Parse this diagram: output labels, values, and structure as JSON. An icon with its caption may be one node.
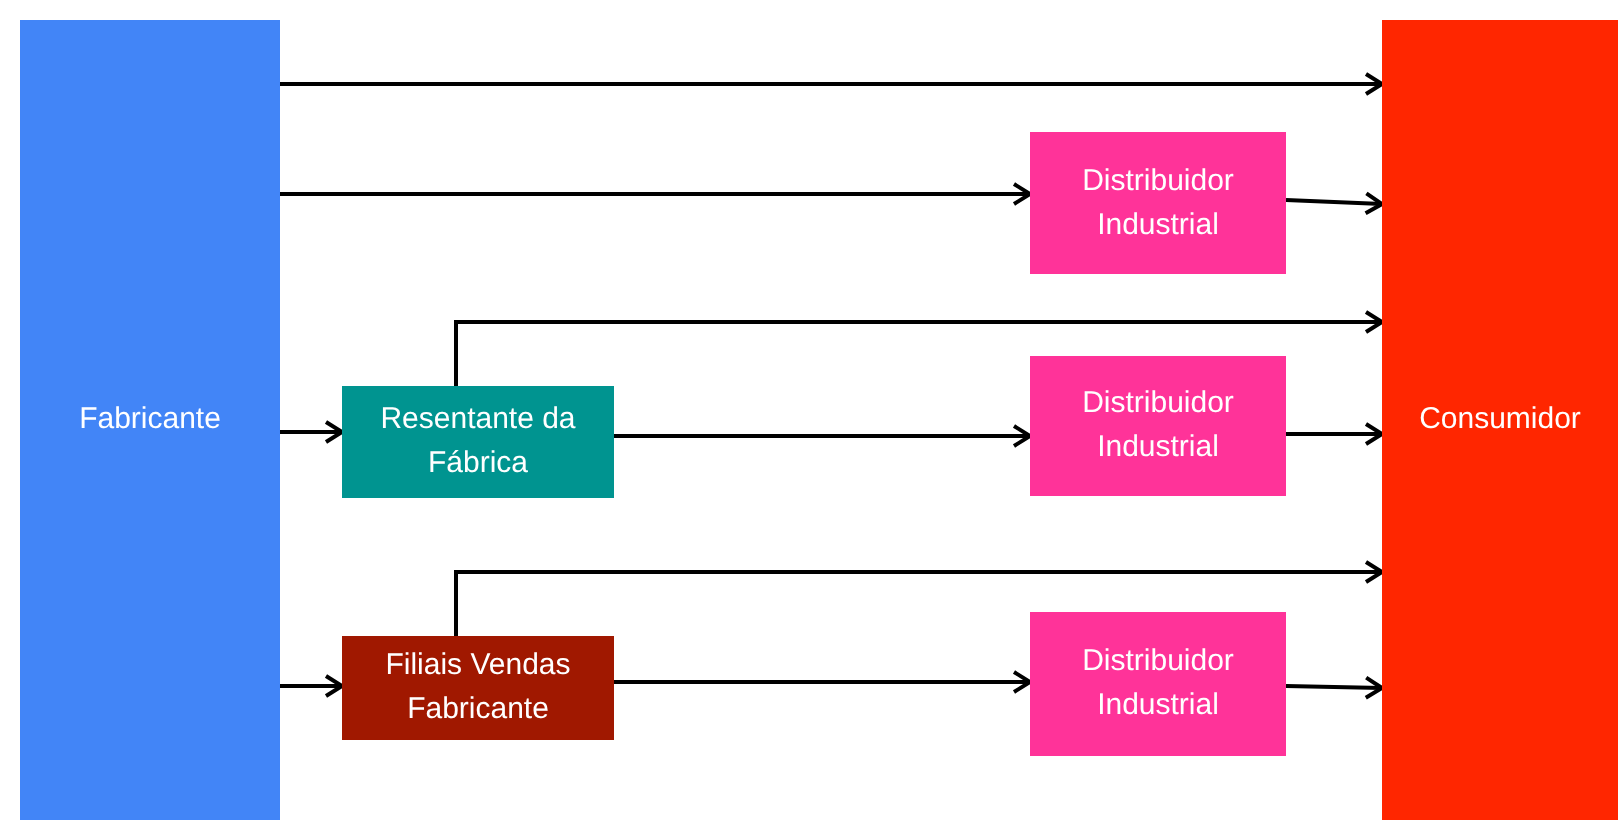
{
  "diagram": {
    "nodes": [
      {
        "text": [
          "Fabricante"
        ]
      },
      {
        "text": [
          "Distribuidor Industrial"
        ]
      },
      {
        "text": [
          "Resentante da Fábrica"
        ]
      },
      {
        "text": [
          "Distribuidor Industrial"
        ]
      },
      {
        "text": [
          "Filiais Vendas Fabricante"
        ]
      },
      {
        "text": [
          "Distribuidor Industrial"
        ]
      },
      {
        "text": [
          "Consumidor"
        ]
      }
    ],
    "edges": [
      {
        "from": 0,
        "to": 6,
        "arrow": "to"
      },
      {
        "from": 0,
        "to": 1,
        "arrow": "to"
      },
      {
        "from": 1,
        "to": 6,
        "arrow": "to"
      },
      {
        "from": 0,
        "to": 2,
        "arrow": "to"
      },
      {
        "from": 2,
        "to": 6,
        "arrow": "to"
      },
      {
        "from": 2,
        "to": 3,
        "arrow": "to"
      },
      {
        "from": 3,
        "to": 6,
        "arrow": "to"
      },
      {
        "from": 0,
        "to": 4,
        "arrow": "to"
      },
      {
        "from": 4,
        "to": 6,
        "arrow": "to"
      },
      {
        "from": 4,
        "to": 5,
        "arrow": "to"
      },
      {
        "from": 5,
        "to": 6,
        "arrow": "to"
      }
    ]
  }
}
